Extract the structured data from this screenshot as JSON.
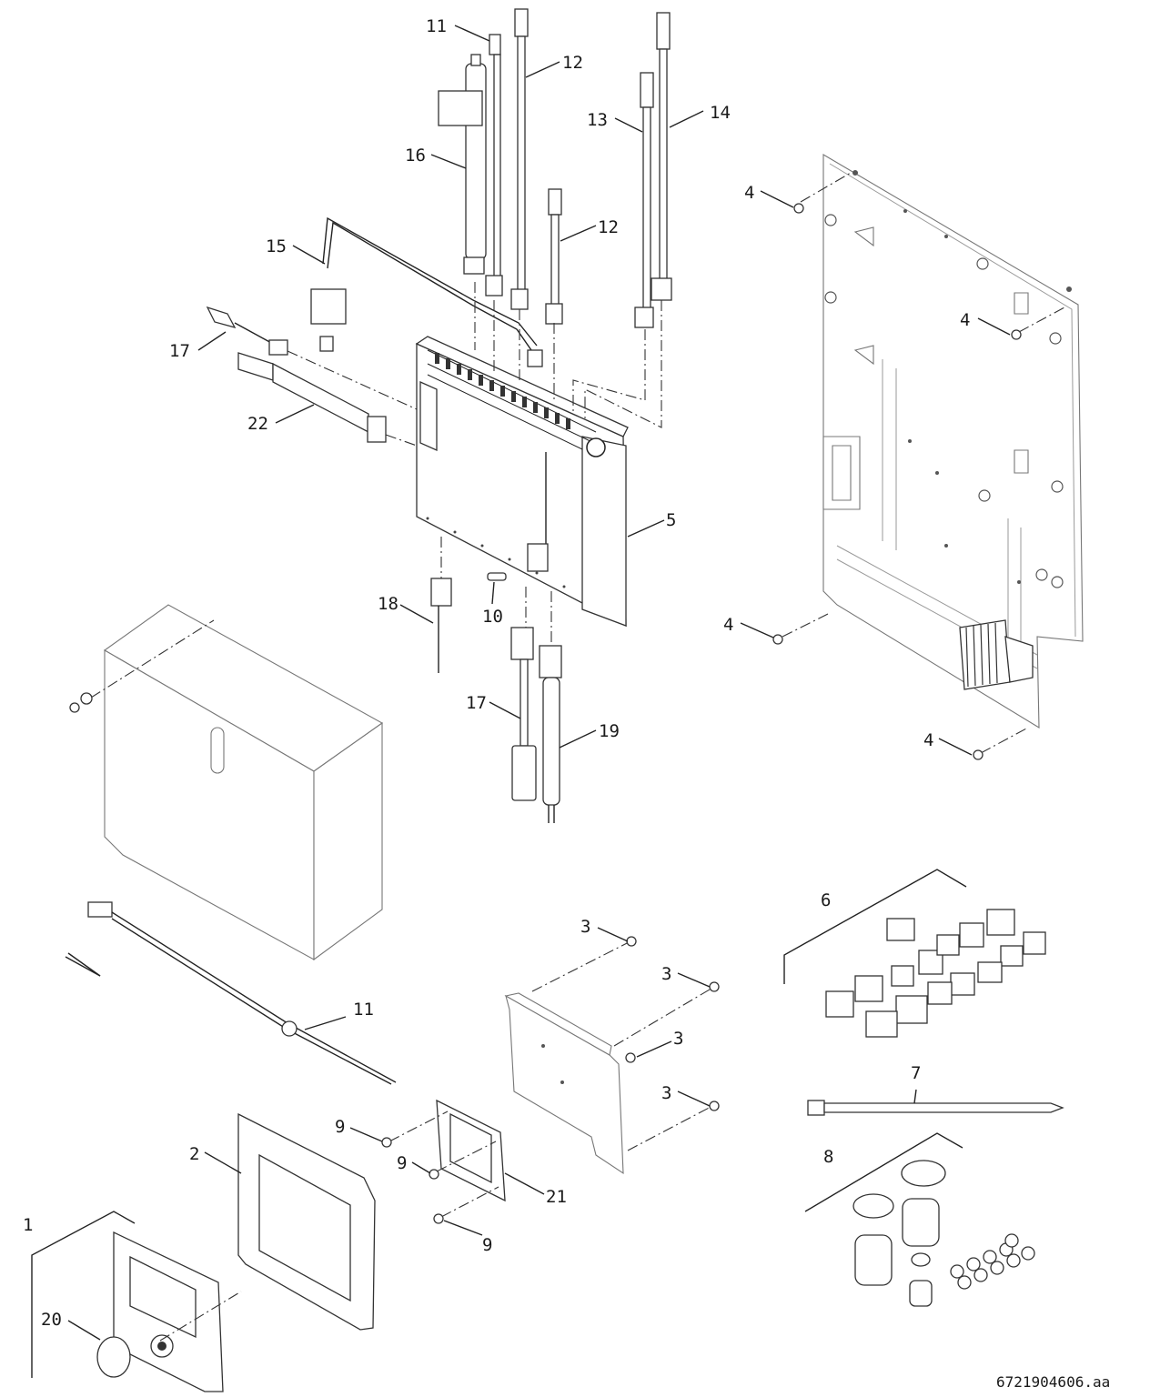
{
  "callouts": {
    "c1": "1",
    "c2": "2",
    "c3a": "3",
    "c3b": "3",
    "c3c": "3",
    "c3d": "3",
    "c4a": "4",
    "c4b": "4",
    "c4c": "4",
    "c4d": "4",
    "c5": "5",
    "c6": "6",
    "c7": "7",
    "c8": "8",
    "c9a": "9",
    "c9b": "9",
    "c9c": "9",
    "c10": "10",
    "c11a": "11",
    "c11b": "11",
    "c12a": "12",
    "c12b": "12",
    "c13": "13",
    "c14": "14",
    "c15": "15",
    "c16": "16",
    "c17a": "17",
    "c17b": "17",
    "c18": "18",
    "c19": "19",
    "c20": "20",
    "c21": "21",
    "c22": "22"
  },
  "figure_number": "6721904606.aa"
}
